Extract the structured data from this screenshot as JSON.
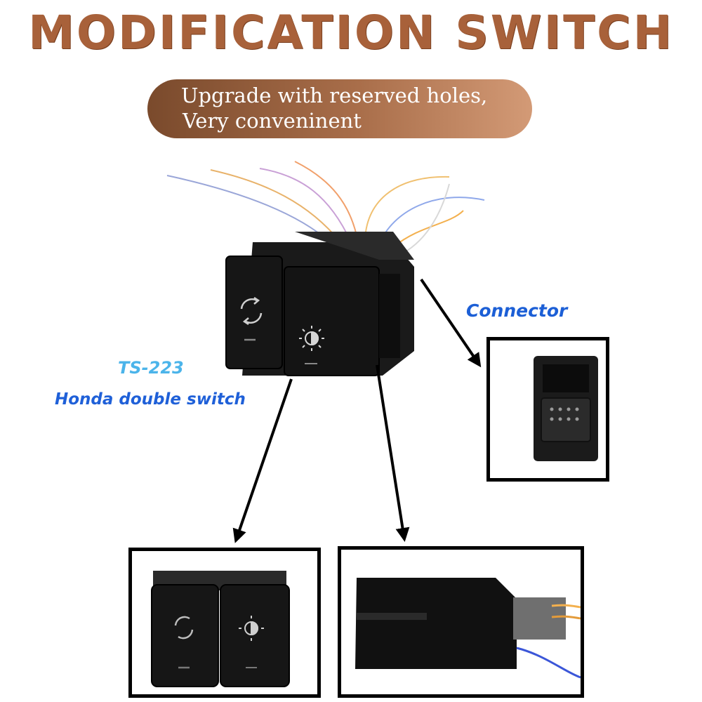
{
  "header": {
    "title": "MODIFICATION SWITCH",
    "subtitle_line1": "Upgrade with reserved holes,",
    "subtitle_line2": "Very conveninent"
  },
  "labels": {
    "connector": "Connector",
    "model": "TS-223",
    "product_name": "Honda double switch"
  },
  "icons": [
    "rotate-arrows-icon",
    "sun-icon"
  ],
  "colors": {
    "title": "#a8613a",
    "pill_start": "#7a4a2c",
    "pill_end": "#d39a76",
    "label_blue": "#1f60d8",
    "label_cyan": "#4bb4ea"
  }
}
